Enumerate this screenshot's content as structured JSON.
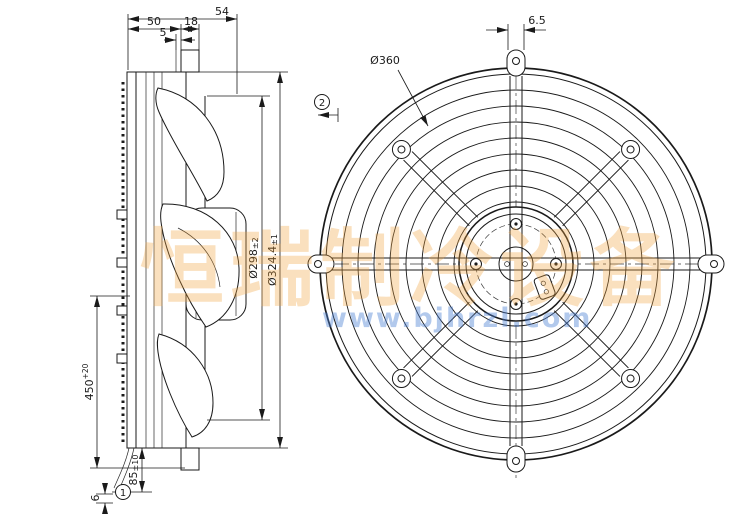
{
  "side_view": {
    "dim_depth_total": "54",
    "dim_depth_housing": "50",
    "dim_depth_flange": "18",
    "dim_offset": "5",
    "dim_height": "450",
    "dim_height_tol": "+20",
    "dim_dia_blade": "Ø324.4",
    "dim_dia_blade_tol": "±1",
    "dim_dia_inlet": "Ø298",
    "dim_dia_inlet_tol": "±2",
    "dim_cable_length": "85",
    "dim_cable_length_tol": "±10",
    "dim_cable_width": "6",
    "balloon_1": "1",
    "balloon_2": "2"
  },
  "front_view": {
    "dim_bolt_circle": "Ø360",
    "dim_strut_width": "6.5"
  },
  "watermark": {
    "company_text": "恒瑞制冷设备",
    "website_text": "www.bjhrzl.com",
    "company_color": "#f0a23c",
    "website_color": "#4a7fd4"
  }
}
